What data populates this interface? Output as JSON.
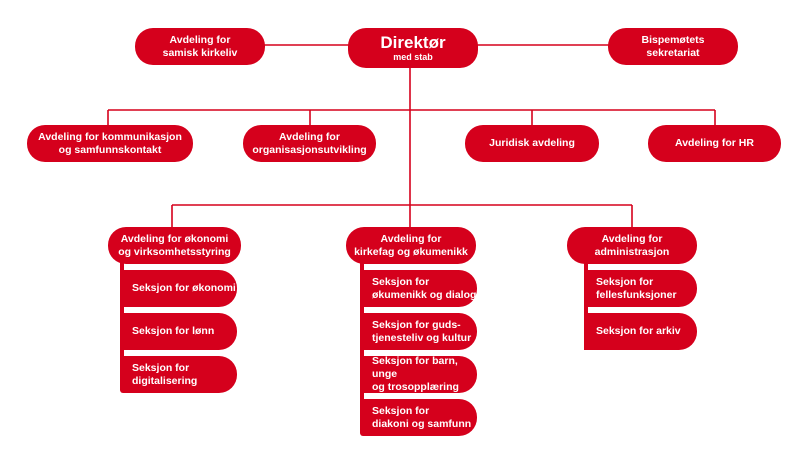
{
  "colors": {
    "accent": "#d5001c",
    "text": "#ffffff"
  },
  "director": {
    "title": "Direktør",
    "subtitle": "med stab"
  },
  "top_left": "Avdeling for\nsamisk kirkeliv",
  "top_right": "Bispemøtets\nsekretariat",
  "row2": [
    "Avdeling for kommunikasjon\nog samfunnskontakt",
    "Avdeling for\norganisasjonsutvikling",
    "Juridisk avdeling",
    "Avdeling for HR"
  ],
  "departments": [
    {
      "name": "Avdeling for økonomi\nog virksomhetsstyring",
      "sections": [
        "Seksjon for økonomi",
        "Seksjon for lønn",
        "Seksjon for\ndigitalisering"
      ]
    },
    {
      "name": "Avdeling for\nkirkefag og økumenikk",
      "sections": [
        "Seksjon for\nøkumenikk og dialog",
        "Seksjon for guds-\ntjenesteliv og kultur",
        "Seksjon for barn, unge\nog trosopplæring",
        "Seksjon for\ndiakoni og samfunn"
      ]
    },
    {
      "name": "Avdeling for\nadministrasjon",
      "sections": [
        "Seksjon for\nfellesfunksjoner",
        "Seksjon for arkiv"
      ]
    }
  ]
}
